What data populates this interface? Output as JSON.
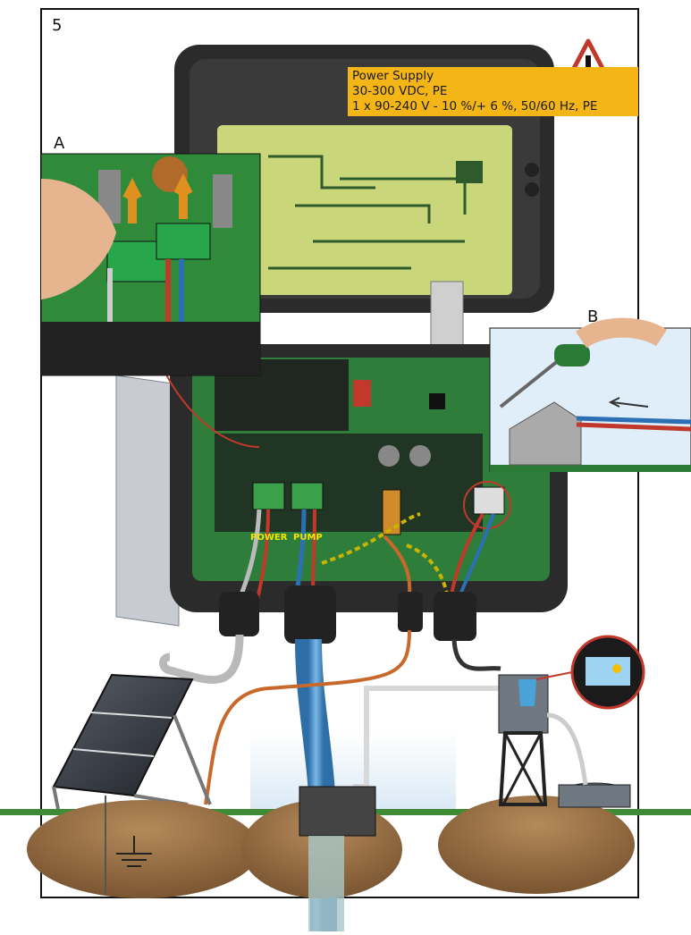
{
  "figure": {
    "step_number": "5",
    "callouts": {
      "a": "A",
      "b": "B"
    },
    "warning": {
      "title": "Power Supply",
      "line_dc": "30-300 VDC, PE",
      "line_ac": "1 x 90-240 V - 10 %/+ 6 %, 50/60 Hz, PE",
      "icon": "warning-triangle-icon"
    },
    "terminal_labels": {
      "power": "POWER",
      "pump": "PUMP"
    }
  },
  "colors": {
    "warning_bg": "#f3b616",
    "enclosure": "#2b2b2b",
    "pcb": "#2f7d3a",
    "cable_blue": "#4a90c8",
    "earth_wire": "#c9b400",
    "ground_soil": "#a0784a",
    "grass": "#3e8a35"
  }
}
